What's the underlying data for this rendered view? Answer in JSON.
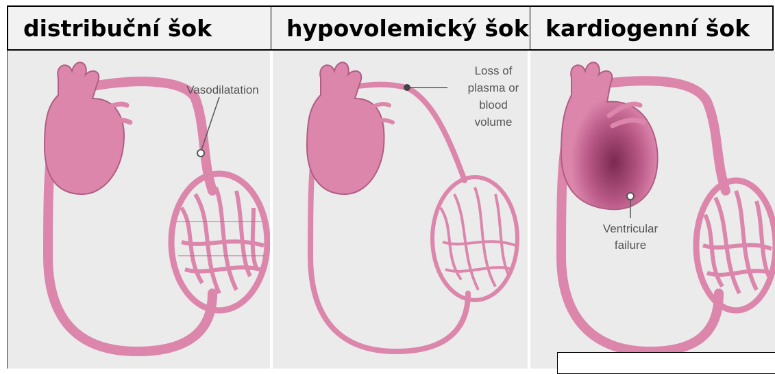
{
  "headers": [
    "distribuční šok",
    "hypovolemický šok",
    "kardiogenní šok"
  ],
  "panels": [
    {
      "annotation": [
        "Vasodilatation"
      ]
    },
    {
      "annotation": [
        "Loss of",
        "plasma or",
        "blood",
        "volume"
      ]
    },
    {
      "annotation": [
        "Ventricular",
        "failure"
      ]
    }
  ],
  "colors": {
    "vessel": "#dc86ac",
    "vessel_dark": "#b05d83",
    "failure": "#7a2950",
    "panel_bg": "#ebebeb"
  }
}
